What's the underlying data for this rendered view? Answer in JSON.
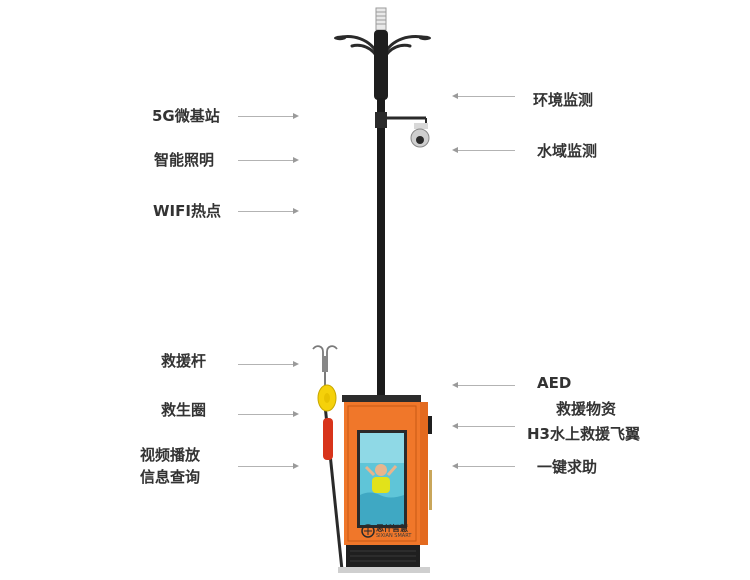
{
  "left_labels": [
    {
      "id": "5g",
      "text": "5G微基站"
    },
    {
      "id": "light",
      "text": "智能照明"
    },
    {
      "id": "wifi",
      "text": "WIFI热点"
    },
    {
      "id": "pole",
      "text": "救援杆"
    },
    {
      "id": "ring",
      "text": "救生圈"
    },
    {
      "id": "video",
      "lines": [
        "视频播放",
        "信息查询"
      ]
    }
  ],
  "right_labels": [
    {
      "id": "env",
      "text": "环境监测"
    },
    {
      "id": "water",
      "text": "水域监测"
    },
    {
      "id": "aed",
      "text": "AED"
    },
    {
      "id": "supplies",
      "text": "救援物资"
    },
    {
      "id": "h3",
      "text": "H3水上救援飞翼"
    },
    {
      "id": "sos",
      "text": "一键求助"
    }
  ],
  "cabinet": {
    "logo_text": "思仟智慧",
    "logo_sub": "SIXIAN SMART",
    "accent_color": "#f0772a",
    "screen_water_color": "#5fc5d8"
  }
}
